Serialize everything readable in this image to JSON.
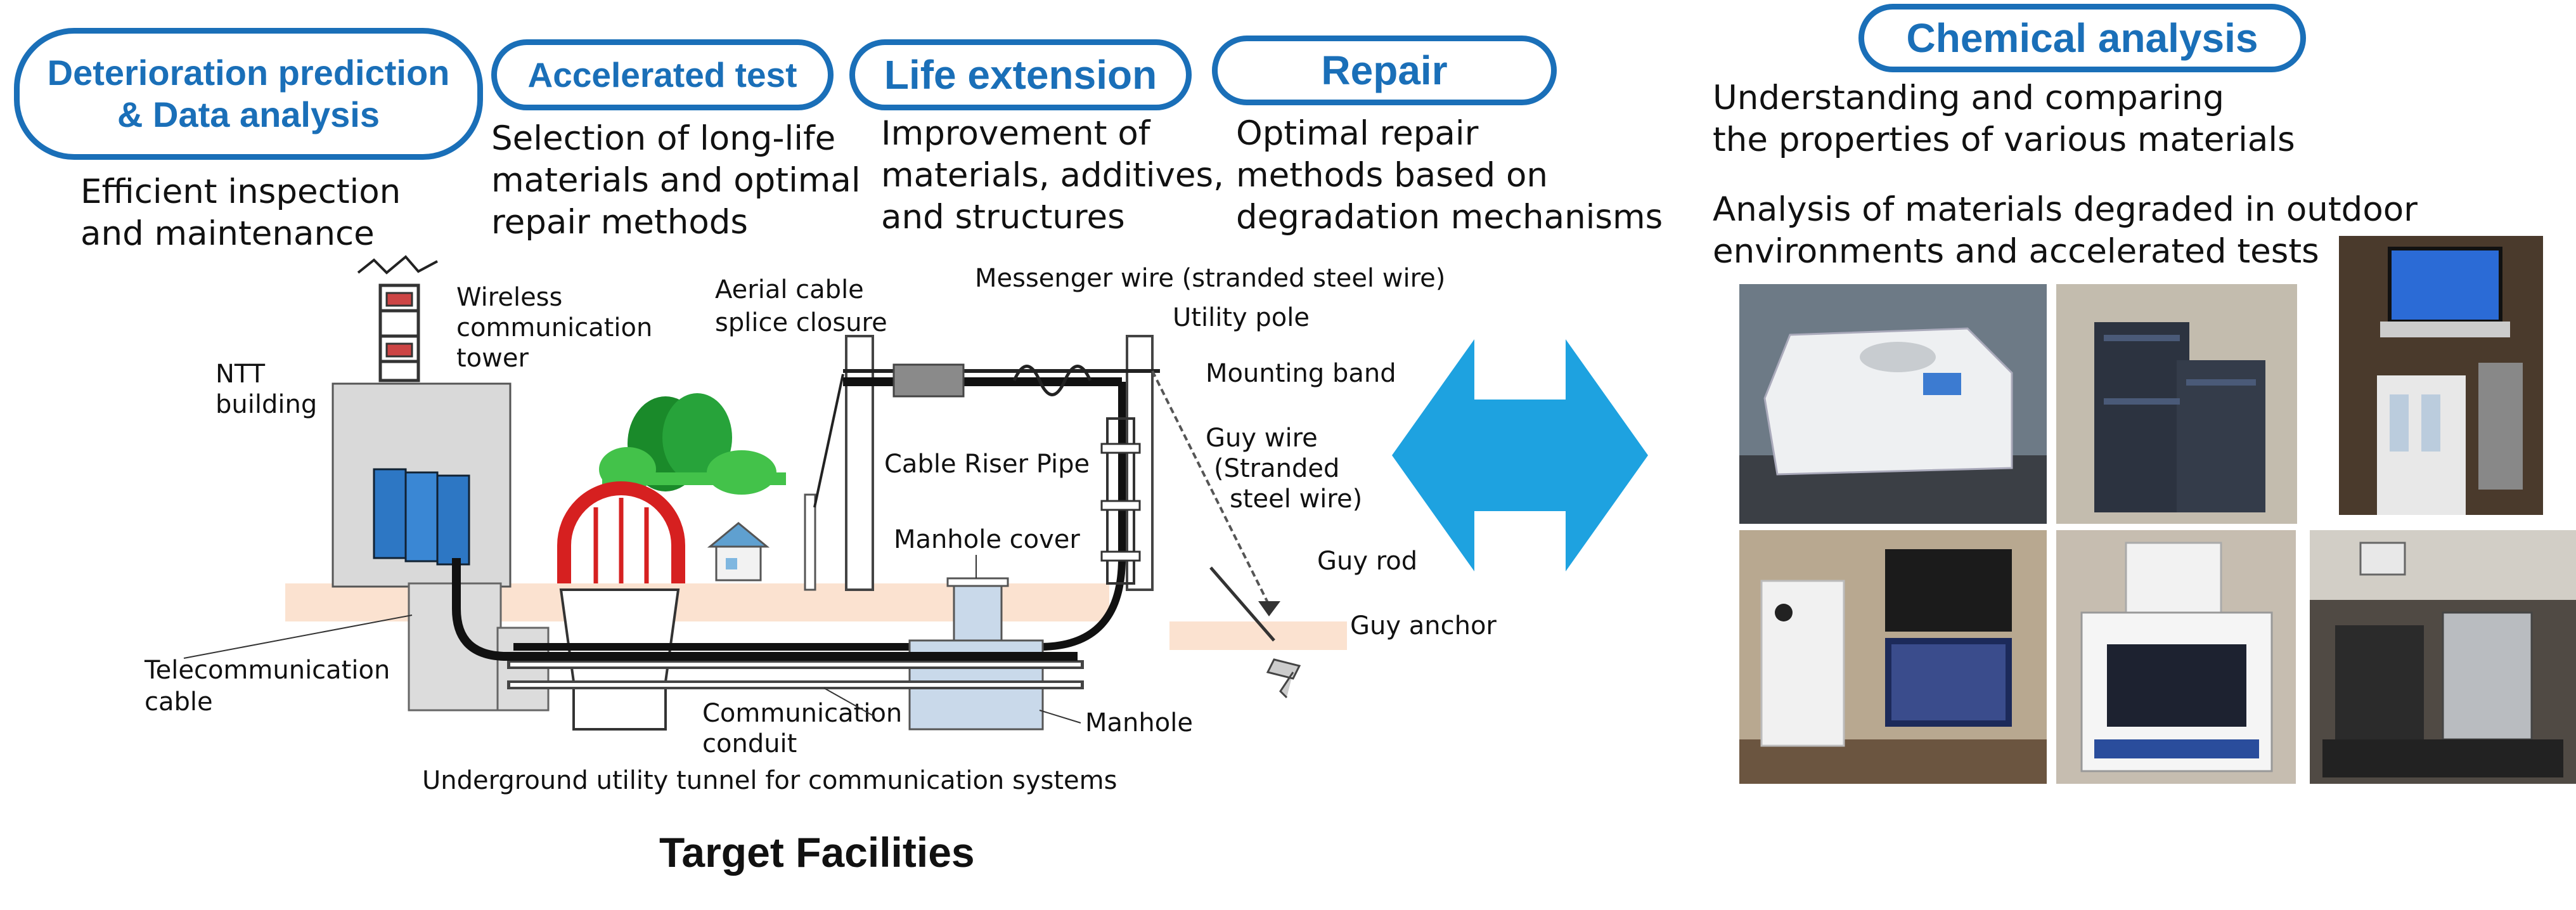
{
  "categories": {
    "deterioration": "Deterioration prediction\n& Data analysis",
    "accelerated": "Accelerated test",
    "life": "Life extension",
    "repair": "Repair",
    "chemical": "Chemical analysis"
  },
  "descriptions": {
    "deterioration": "Efficient inspection\nand maintenance",
    "accelerated": "Selection of long-life\nmaterials and optimal\nrepair methods",
    "life": "Improvement of\nmaterials, additives,\nand structures",
    "repair": "Optimal repair\nmethods based on\ndegradation mechanisms",
    "chemical1": "Understanding and comparing\nthe properties of various materials",
    "chemical2": "Analysis of materials degraded in outdoor\nenvironments and accelerated tests"
  },
  "labels": {
    "wireless": [
      "Wireless",
      "communication",
      "tower"
    ],
    "ntt": [
      "NTT",
      "building"
    ],
    "aerial": [
      "Aerial cable",
      "splice closure"
    ],
    "messenger": "Messenger wire (stranded steel wire)",
    "utility_pole": "Utility pole",
    "mounting_band": "Mounting band",
    "riser": "Cable Riser Pipe",
    "guy_wire": [
      "Guy wire",
      "(Stranded",
      "steel wire)"
    ],
    "manhole_cover": "Manhole cover",
    "guy_rod": "Guy rod",
    "guy_anchor": "Guy anchor",
    "telecom_cable": [
      "Telecommunication",
      "cable"
    ],
    "conduit": [
      "Communication",
      "conduit"
    ],
    "manhole": "Manhole",
    "tunnel": "Underground utility tunnel for communication systems"
  },
  "title": "Target Facilities",
  "colors": {
    "accent": "#1a6fb8",
    "arrow": "#1ea2e0",
    "ground": "#fbe2d0",
    "building": "#d9d9d9"
  }
}
